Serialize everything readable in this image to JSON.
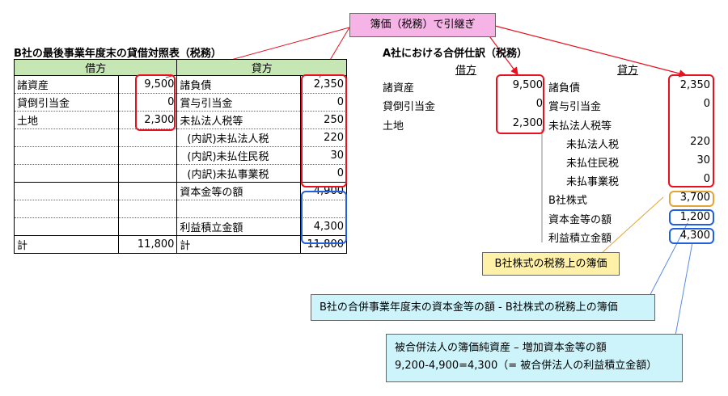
{
  "callout_top": "簿価（税務）で引継ぎ",
  "left": {
    "title": "B社の最後事業年度末の貸借対照表（税務）",
    "debit_header": "借方",
    "credit_header": "貸方",
    "rows": [
      {
        "dl": "諸資産",
        "dv": "9,500",
        "cl": "諸負債",
        "cv": "2,350"
      },
      {
        "dl": "貸倒引当金",
        "dv": "0",
        "cl": "賞与引当金",
        "cv": "0"
      },
      {
        "dl": "土地",
        "dv": "2,300",
        "cl": "未払法人税等",
        "cv": "250"
      },
      {
        "dl": "",
        "dv": "",
        "cl": "(内訳)未払法人税",
        "cv": "220"
      },
      {
        "dl": "",
        "dv": "",
        "cl": "(内訳)未払住民税",
        "cv": "30"
      },
      {
        "dl": "",
        "dv": "",
        "cl": "(内訳)未払事業税",
        "cv": "0"
      },
      {
        "dl": "",
        "dv": "",
        "cl": "資本金等の額",
        "cv": "4,900"
      },
      {
        "dl": "",
        "dv": "",
        "cl": "",
        "cv": ""
      },
      {
        "dl": "",
        "dv": "",
        "cl": "利益積立金額",
        "cv": "4,300"
      }
    ],
    "total": {
      "dl": "計",
      "dv": "11,800",
      "cl": "計",
      "cv": "11,800"
    }
  },
  "right": {
    "title": "A社における合併仕訳（税務）",
    "debit_header": "借方",
    "credit_header": "貸方",
    "debit_rows": [
      {
        "label": "諸資産",
        "value": "9,500"
      },
      {
        "label": "貸倒引当金",
        "value": "0"
      },
      {
        "label": "土地",
        "value": "2,300"
      }
    ],
    "credit_rows": [
      {
        "label": "諸負債",
        "value": "2,350"
      },
      {
        "label": "賞与引当金",
        "value": "0"
      },
      {
        "label": "未払法人税等",
        "value": ""
      },
      {
        "label": "未払法人税",
        "value": "220"
      },
      {
        "label": "未払住民税",
        "value": "30"
      },
      {
        "label": "未払事業税",
        "value": "0"
      },
      {
        "label": "B社株式",
        "value": "3,700"
      },
      {
        "label": "資本金等の額",
        "value": "1,200"
      },
      {
        "label": "利益積立金額",
        "value": "4,300"
      }
    ]
  },
  "callout_bshare": "B社株式の税務上の簿価",
  "callout_capital": "B社の合併事業年度末の資本金等の額 - B社株式の税務上の簿価",
  "callout_retained_line1": "被合併法人の簿価純資産 – 増加資本金等の額",
  "callout_retained_line2": "9,200-4,900=4,300（= 被合併法人の利益積立金額）",
  "colors": {
    "red": "#e8101e",
    "blue": "#1f5fe0",
    "orange": "#e2a437",
    "pink": "#f6b3e6",
    "yellow": "#fff2a8",
    "cyan": "#cdf4fb",
    "header_green": "#c6e6b4"
  }
}
